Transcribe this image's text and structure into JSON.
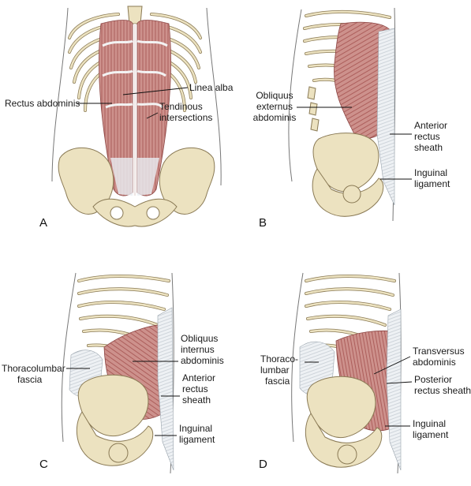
{
  "panels": [
    {
      "letter": "A",
      "labels": {
        "rectus": "Rectus abdominis",
        "linea": "Linea alba",
        "tendinous_1": "Tendinous",
        "tendinous_2": "intersections"
      }
    },
    {
      "letter": "B",
      "labels": {
        "ext_1": "Obliquus",
        "ext_2": "externus",
        "ext_3": "abdominis",
        "ant_1": "Anterior",
        "ant_2": "rectus",
        "ant_3": "sheath",
        "ing_1": "Inguinal",
        "ing_2": "ligament"
      }
    },
    {
      "letter": "C",
      "labels": {
        "tlf_1": "Thoracolumbar",
        "tlf_2": "fascia",
        "int_1": "Obliquus",
        "int_2": "internus",
        "int_3": "abdominis",
        "ant_1": "Anterior",
        "ant_2": "rectus",
        "ant_3": "sheath",
        "ing_1": "Inguinal",
        "ing_2": "ligament"
      }
    },
    {
      "letter": "D",
      "labels": {
        "tlf_1": "Thoraco-",
        "tlf_2": "lumbar",
        "tlf_3": "fascia",
        "tr_1": "Transversus",
        "tr_2": "abdominis",
        "post_1": "Posterior",
        "post_2": "rectus sheath",
        "ing_1": "Inguinal",
        "ing_2": "ligament"
      }
    }
  ],
  "colors": {
    "bone": "#ece2c0",
    "bone_edge": "#8a7a55",
    "muscle": "#c98b86",
    "muscle_dark": "#9c4f4c",
    "tendon": "#e9eef2",
    "outline": "#555555"
  }
}
